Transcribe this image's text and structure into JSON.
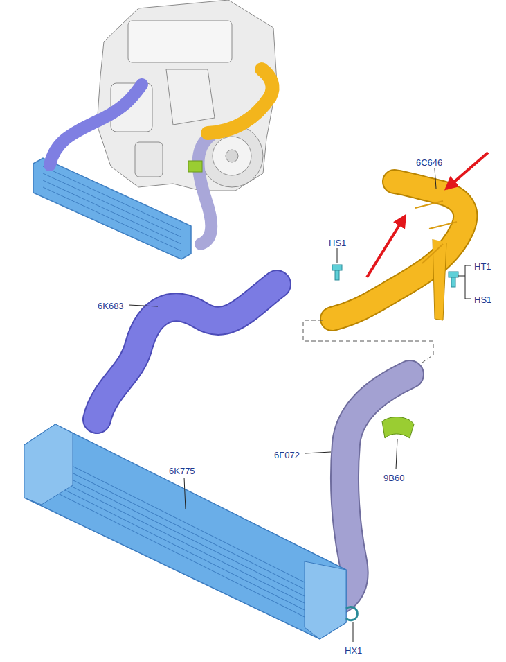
{
  "diagram": {
    "labels": [
      "6C646",
      "HS1",
      "HT1",
      "HS1",
      "6K683",
      "6F072",
      "9B60",
      "6K775",
      "HX1"
    ]
  }
}
